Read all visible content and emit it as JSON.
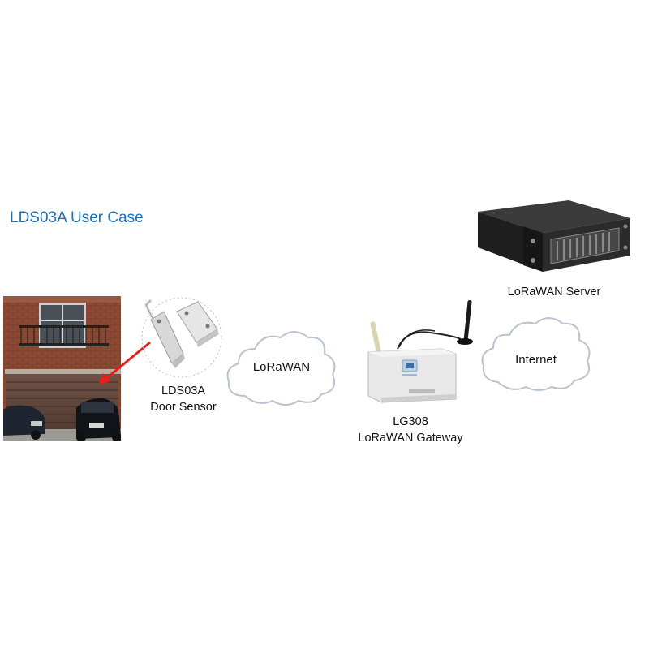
{
  "diagram": {
    "title": "LDS03A User Case",
    "sensor": {
      "model": "LDS03A",
      "description": "Door Sensor"
    },
    "network_cloud": {
      "label": "LoRaWAN"
    },
    "gateway": {
      "model": "LG308",
      "description": "LoRaWAN Gateway"
    },
    "internet_cloud": {
      "label": "Internet"
    },
    "server": {
      "label": "LoRaWAN Server"
    },
    "colors": {
      "title": "#1f6fb5",
      "arrow": "#e3211c",
      "cloud_stroke": "#b9c2ce",
      "server_body": "#2b2b2b"
    }
  }
}
